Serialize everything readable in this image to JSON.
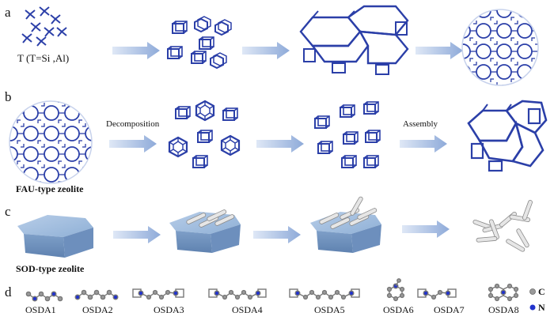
{
  "panels": {
    "a": {
      "label": "a",
      "caption": "T (T=Si ,Al)"
    },
    "b": {
      "label": "b",
      "caption": "FAU-type zeolite",
      "step1": "Decomposition",
      "step2": "Assembly"
    },
    "c": {
      "label": "c",
      "caption": "SOD-type zeolite"
    },
    "d": {
      "label": "d",
      "osda": [
        "OSDA1",
        "OSDA2",
        "OSDA3",
        "OSDA4",
        "OSDA5",
        "OSDA6",
        "OSDA7",
        "OSDA8"
      ],
      "legend": {
        "c": "C",
        "n": "N"
      }
    }
  },
  "colors": {
    "framework": "#2b3fa8",
    "arrow": "#9fb7e0",
    "crystal": "#8fb2d8",
    "atom_c": "#9a9a9a",
    "atom_n": "#2233cc"
  }
}
